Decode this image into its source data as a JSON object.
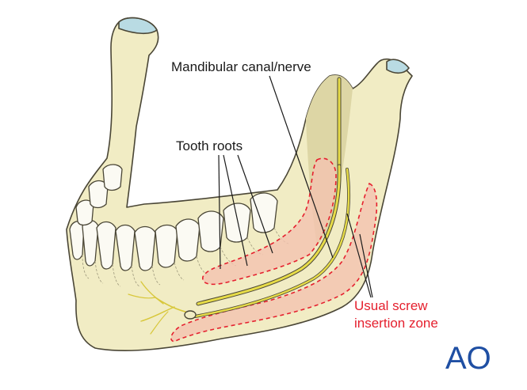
{
  "labels": {
    "canal": "Mandibular canal/nerve",
    "roots": "Tooth roots",
    "zone_line1": "Usual screw",
    "zone_line2": "insertion zone"
  },
  "logo": {
    "text": "AO"
  },
  "colors": {
    "bone": "#f1ecc4",
    "bone_shadow": "#ddd6a5",
    "outline": "#4a4636",
    "cartilage": "#b9dbe3",
    "nerve": "#e7dc48",
    "zone_fill": "#f4c3b0",
    "zone_outline": "#e5202e",
    "text": "#1a1a1a",
    "logo": "#1f4fa3"
  }
}
